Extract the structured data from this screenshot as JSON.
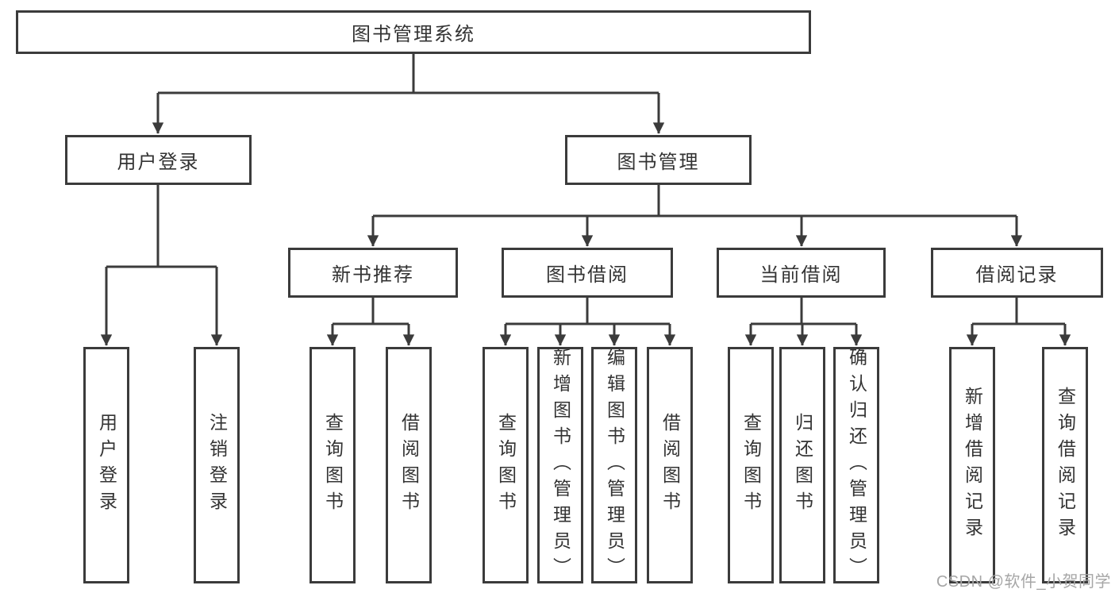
{
  "root": {
    "label": "图书管理系统"
  },
  "level1": {
    "user_login": {
      "label": "用户登录"
    },
    "book_management": {
      "label": "图书管理"
    }
  },
  "level2": {
    "new_book_recommend": {
      "label": "新书推荐"
    },
    "book_borrowing": {
      "label": "图书借阅"
    },
    "current_borrowing": {
      "label": "当前借阅"
    },
    "borrowing_records": {
      "label": "借阅记录"
    }
  },
  "leaves": {
    "user_login": [
      "用户登录",
      "注销登录"
    ],
    "new_book_recommend": [
      "查询图书",
      "借阅图书"
    ],
    "book_borrowing": [
      "查询图书",
      "新增图书（管理员）",
      "编辑图书（管理员）",
      "借阅图书"
    ],
    "current_borrowing": [
      "查询图书",
      "归还图书",
      "确认归还（管理员）"
    ],
    "borrowing_records": [
      "新增借阅记录",
      "查询借阅记录"
    ]
  },
  "watermark": {
    "text": "CSDN @软件_小贺同学",
    "color": "#a6a6a6"
  },
  "colors": {
    "line": "#3b3b3b",
    "border": "#3b3b3b",
    "text": "#333333",
    "background": "#ffffff"
  }
}
